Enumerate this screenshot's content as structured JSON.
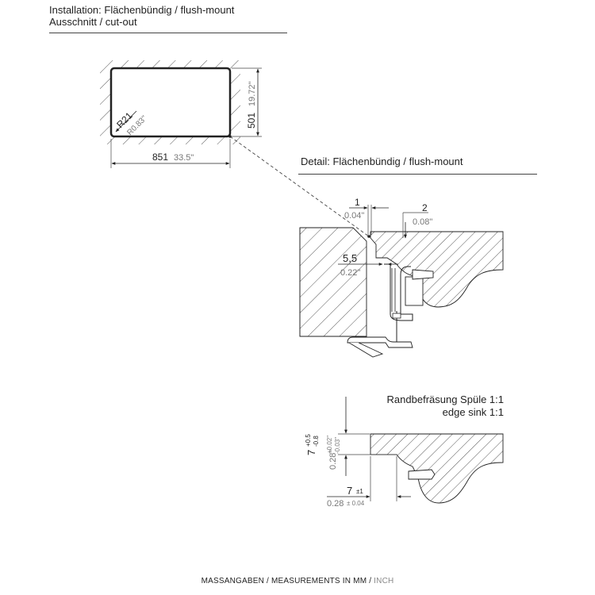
{
  "header": {
    "line1": "Installation: Flächenbündig / flush-mount",
    "line2": "Ausschnitt / cut-out"
  },
  "cutout": {
    "radius_mm": "R21",
    "radius_in": "R0.83\"",
    "height_mm": "501",
    "height_in": "19.72\"",
    "width_mm": "851",
    "width_in": "33.5\""
  },
  "detail": {
    "title": "Detail: Flächenbündig / flush-mount",
    "gap1_mm": "1",
    "gap1_in": "0.04\"",
    "gap2_mm": "2",
    "gap2_in": "0.08\"",
    "offset_mm": "5,5",
    "offset_in": "0.22\""
  },
  "edge": {
    "title_de": "Randbefräsung Spüle 1:1",
    "title_en": "edge sink 1:1",
    "depth_mm": "7",
    "depth_tol_plus": "+0.5",
    "depth_tol_minus": "-0.8",
    "depth_in": "0.28\"",
    "depth_in_tol_plus": "+0.02\"",
    "depth_in_tol_minus": "-0.03\"",
    "width_mm": "7",
    "width_tol": "±1",
    "width_in": "0.28",
    "width_in_tol": "± 0.04"
  },
  "footer": {
    "label": "MASSANGABEN / MEASUREMENTS IN MM / ",
    "inch": "INCH"
  }
}
